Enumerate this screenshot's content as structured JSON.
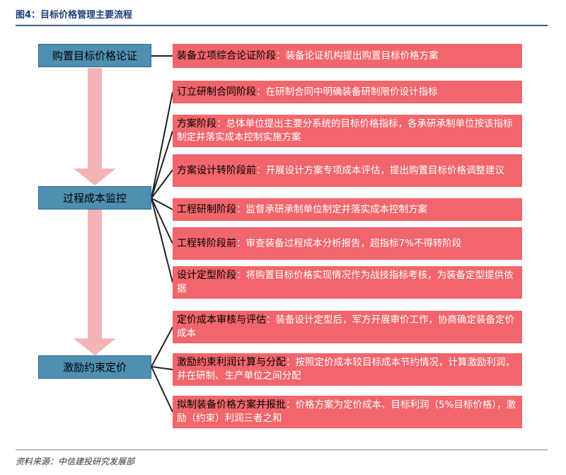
{
  "figure_title": "图4：目标价格管理主要流程",
  "source": "资料来源：中信建投研究发展部",
  "colors": {
    "stage_fill": "#4f8fb2",
    "step_fill": "#f0666c",
    "arrow_fill": "#f4b4b6",
    "title": "#1f3f74"
  },
  "stages": [
    {
      "label": "购置目标价格论证"
    },
    {
      "label": "过程成本监控"
    },
    {
      "label": "激励约束定价"
    }
  ],
  "steps": [
    {
      "head": "装备立项综合论证阶段",
      "body": "：装备论证机构提出购置目标价格方案"
    },
    {
      "head": "订立研制合同阶段",
      "body": "：在研制合同中明确装备研制限价设计指标"
    },
    {
      "head": "方案阶段",
      "body": "：总体单位提出主要分系统的目标价格指标，各承研承制单位按该指标制定并落实成本控制实施方案"
    },
    {
      "head": "方案设计转阶段前",
      "body": "：开展设计方案专项成本评估，提出购置目标价格调整建议"
    },
    {
      "head": "工程研制阶段",
      "body": "：监督承研承制单位制定并落实成本控制方案"
    },
    {
      "head": "工程转阶段前",
      "body": "：审查装备过程成本分析报告，超指标7%不得转阶段"
    },
    {
      "head": "设计定型阶段",
      "body": "：将购置目标价格实现情况作为战技指标考核，为装备定型提供依据"
    },
    {
      "head": "定价成本审核与评估",
      "body": "：装备设计定型后，军方开展审价工作，协商确定装备定价成本"
    },
    {
      "head": "激励约束利润计算与分配",
      "body": "：按照定价成本较目标成本节约情况，计算激励利润，并在研制、生产单位之间分配"
    },
    {
      "head": "拟制装备价格方案并报批",
      "body": "：价格方案为定价成本、目标利润（5%目标价格），激励（约束）利润三者之和"
    }
  ]
}
